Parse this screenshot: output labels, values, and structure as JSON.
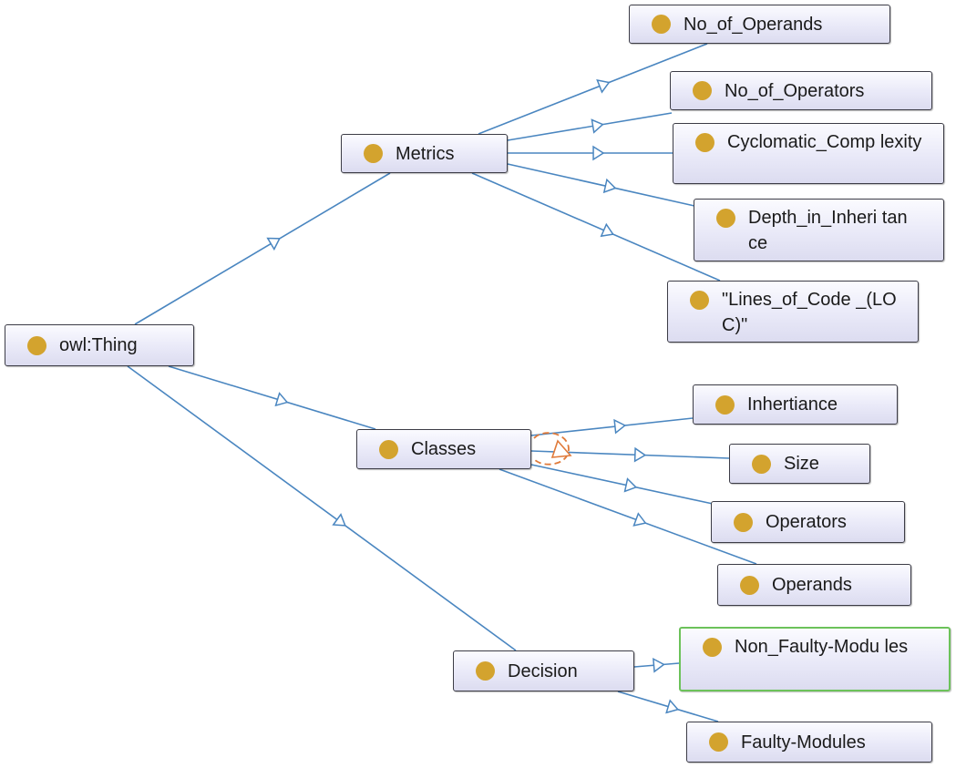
{
  "diagram": {
    "nodes": [
      {
        "id": "thing",
        "label": "owl:Thing"
      },
      {
        "id": "metrics",
        "label": "Metrics"
      },
      {
        "id": "operands_metric",
        "label": "No_of_Operands"
      },
      {
        "id": "operators_metric",
        "label": "No_of_Operators"
      },
      {
        "id": "cyclomatic",
        "label": "Cyclomatic_Comp lexity"
      },
      {
        "id": "depth",
        "label": "Depth_in_Inheri tance"
      },
      {
        "id": "loc",
        "label": "\"Lines_of_Code _(LOC)\""
      },
      {
        "id": "classes",
        "label": "Classes"
      },
      {
        "id": "inheritance",
        "label": "Inhertiance"
      },
      {
        "id": "size",
        "label": "Size"
      },
      {
        "id": "operators",
        "label": "Operators"
      },
      {
        "id": "operands",
        "label": "Operands"
      },
      {
        "id": "decision",
        "label": "Decision"
      },
      {
        "id": "non_faulty",
        "label": "Non_Faulty-Modu les"
      },
      {
        "id": "faulty",
        "label": "Faulty-Modules"
      }
    ],
    "edges": [
      {
        "from": "thing",
        "to": "metrics"
      },
      {
        "from": "thing",
        "to": "classes"
      },
      {
        "from": "thing",
        "to": "decision"
      },
      {
        "from": "metrics",
        "to": "operands_metric"
      },
      {
        "from": "metrics",
        "to": "operators_metric"
      },
      {
        "from": "metrics",
        "to": "cyclomatic"
      },
      {
        "from": "metrics",
        "to": "depth"
      },
      {
        "from": "metrics",
        "to": "loc"
      },
      {
        "from": "classes",
        "to": "inheritance"
      },
      {
        "from": "classes",
        "to": "size"
      },
      {
        "from": "classes",
        "to": "operators"
      },
      {
        "from": "classes",
        "to": "operands"
      },
      {
        "from": "decision",
        "to": "non_faulty"
      },
      {
        "from": "decision",
        "to": "faulty"
      }
    ],
    "self_loops": [
      "classes"
    ],
    "selected": "non_faulty",
    "colors": {
      "node_border": "#3c3c46",
      "node_fill": "#e9e9f8",
      "class_dot": "#d3a32e",
      "edge": "#4a86c0",
      "selected_border": "#6cc25a",
      "self_loop": "#e07a3a"
    }
  }
}
